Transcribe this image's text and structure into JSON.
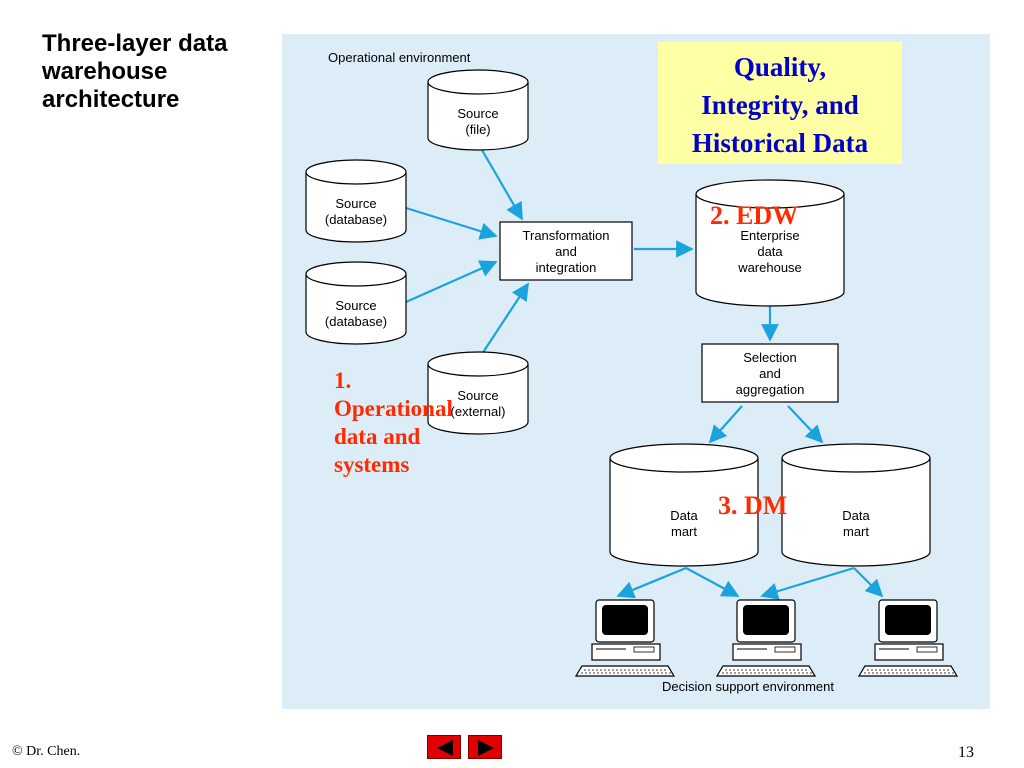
{
  "slide": {
    "title": "Three-layer data warehouse architecture",
    "footer_left": "© Dr. Chen.",
    "page_number": "13",
    "prev_label": "",
    "next_label": ""
  },
  "diagram": {
    "env_top": "Operational environment",
    "env_bottom": "Decision support environment",
    "quality_box": [
      "Quality,",
      "Integrity, and",
      "Historical Data"
    ],
    "sources": {
      "file": [
        "Source",
        "(file)"
      ],
      "db1": [
        "Source",
        "(database)"
      ],
      "db2": [
        "Source",
        "(database)"
      ],
      "ext": [
        "Source",
        "(external)"
      ]
    },
    "transform": [
      "Transformation",
      "and",
      "integration"
    ],
    "edw": [
      "Enterprise",
      "data",
      "warehouse"
    ],
    "selection": [
      "Selection",
      "and",
      "aggregation"
    ],
    "mart_left": [
      "Data",
      "mart"
    ],
    "mart_right": [
      "Data",
      "mart"
    ],
    "label_operational": [
      "1.",
      "Operational",
      "data and",
      "systems"
    ],
    "label_edw": "2.  EDW",
    "label_dm": "3. DM",
    "colors": {
      "background": "#dcedf8",
      "arrow": "#1aa3dc",
      "highlight": "#ffffa6",
      "quality_text": "#0000cc",
      "red_label": "#ff2a00"
    }
  }
}
